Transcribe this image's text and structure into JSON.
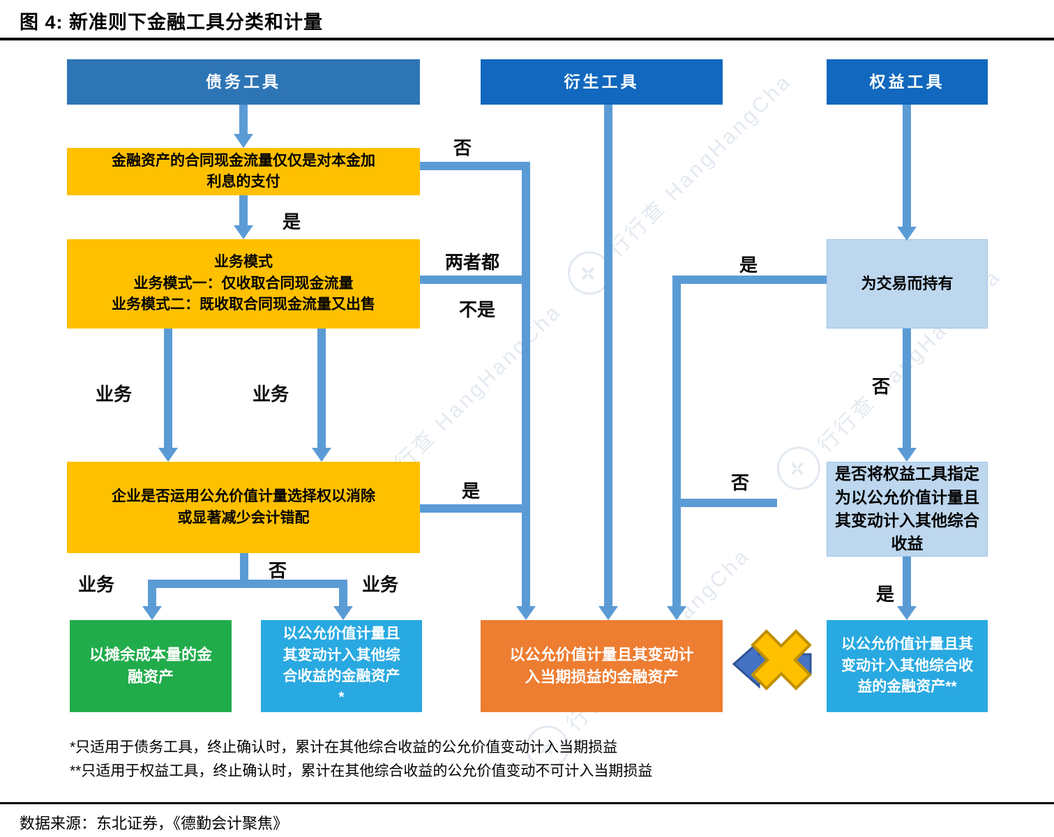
{
  "title": "图  4:  新准则下金融工具分类和计量",
  "watermark": {
    "text": "行行查 HangHangCha",
    "logo_glyph": "✛"
  },
  "headers": {
    "debt": "债务工具",
    "derivative": "衍生工具",
    "equity": "权益工具"
  },
  "decisions": {
    "cashflow_test": {
      "lines": [
        "金融资产的合同现金流量仅仅是对本金加",
        "利息的支付"
      ]
    },
    "business_model": {
      "lines": [
        "业务模式",
        "业务模式一：仅收取合同现金流量",
        "业务模式二：既收取合同现金流量又出售"
      ]
    },
    "fv_option": {
      "lines": [
        "企业是否运用公允价值计量选择权以消除",
        "或显著减少会计错配"
      ]
    },
    "held_for_trading": {
      "lines": [
        "为交易而持有"
      ]
    },
    "oci_designation": {
      "lines": [
        "是否将权益工具指定",
        "为以公允价值计量且",
        "其变动计入其他综合",
        "收益"
      ]
    }
  },
  "results": {
    "amortized_cost": {
      "lines": [
        "以摊余成本量的金",
        "融资产"
      ]
    },
    "fvoci_debt": {
      "lines": [
        "以公允价值计量且",
        "其变动计入其他综",
        "合收益的金融资产",
        "*"
      ]
    },
    "fvtpl": {
      "lines": [
        "以公允价值计量且其变动计",
        "入当期损益的金融资产"
      ]
    },
    "fvoci_equity": {
      "lines": [
        "以公允价值计量且其",
        "变动计入其他综合收",
        "益的金融资产**"
      ]
    }
  },
  "edge_labels": {
    "cashflow_no": "否",
    "cashflow_yes": "是",
    "model_both": "两者都",
    "model_not": "不是",
    "biz1_left": "业务",
    "biz1_right": "业务",
    "fv_option_yes": "是",
    "fv_option_no": "否",
    "biz2_left": "业务",
    "biz2_right": "业务",
    "trading_yes": "是",
    "trading_no": "否",
    "designation_no": "否",
    "designation_yes": "是"
  },
  "icons": {
    "no_reclass": "left-arrow-with-x"
  },
  "footnotes": [
    "*只适用于债务工具，终止确认时，累计在其他综合收益的公允价值变动计入当期损益",
    "**只适用于权益工具，终止确认时，累计在其他综合收益的公允价值变动不可计入当期损益"
  ],
  "source": "数据来源：东北证券，《德勤会计聚焦》",
  "colors": {
    "header_debt": "#2E75B6",
    "header_blue": "#1168BE",
    "decision_yellow": "#FFC000",
    "light_blue": "#BDD7EE",
    "connector": "#5B9BD5",
    "green": "#21AC4B",
    "cyan": "#29A9E1",
    "orange": "#ED7D31",
    "blocked_arrow_blue": "#4472C4",
    "blocked_x_yellow": "#FFC000"
  }
}
